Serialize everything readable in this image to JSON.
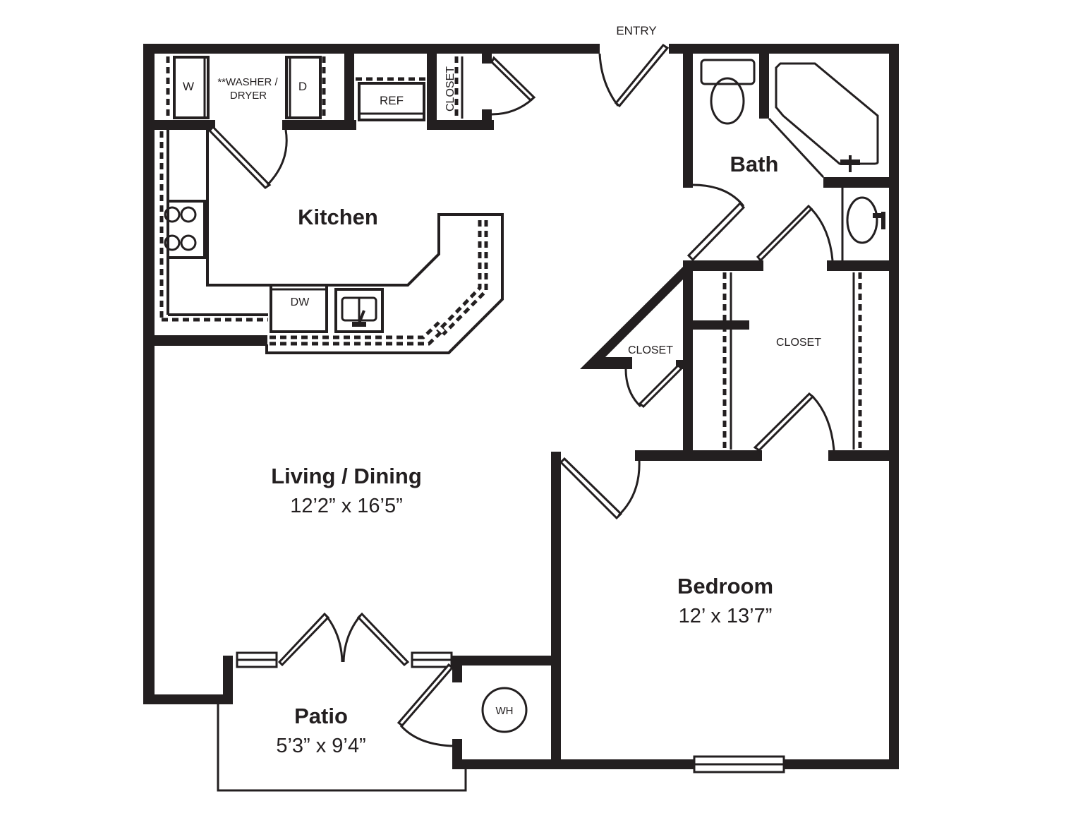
{
  "floorplan": {
    "colors": {
      "wall": "#231f20",
      "background": "#ffffff"
    },
    "labels": {
      "entry": "ENTRY",
      "washer": "W",
      "dryer": "D",
      "washer_dryer": "**WASHER /",
      "washer_dryer_line2": "DRYER",
      "refrigerator": "REF",
      "pantry_closet": "CLOSET",
      "dishwasher": "DW",
      "water_heater": "WH",
      "hall_closet": "CLOSET",
      "walkin_closet": "CLOSET"
    },
    "rooms": {
      "kitchen": {
        "name": "Kitchen"
      },
      "bath": {
        "name": "Bath"
      },
      "living": {
        "name": "Living / Dining",
        "dimensions": "12’2” x 16’5”"
      },
      "bedroom": {
        "name": "Bedroom",
        "dimensions": "12’ x 13’7”"
      },
      "patio": {
        "name": "Patio",
        "dimensions": "5’3” x 9’4”"
      }
    }
  }
}
